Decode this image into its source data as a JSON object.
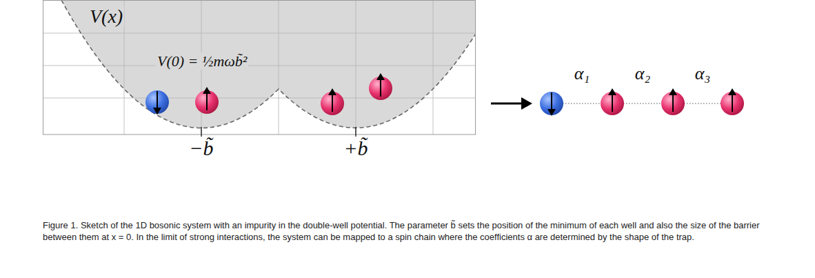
{
  "diagram": {
    "caption": "Figure 1. Sketch of the 1D bosonic system with an impurity in the double-well potential. The parameter b̃ sets the position of the minimum of each well and also the size of the barrier between them at x = 0. In the limit of strong interactions, the system can be mapped to a spin chain where the coefficients α are determined by the shape of the trap.",
    "labels": [
      "V(x)",
      "V(0) = ½mωb̃²",
      "−b̃",
      "+b̃",
      "α₁",
      "α₂",
      "α₃"
    ]
  }
}
